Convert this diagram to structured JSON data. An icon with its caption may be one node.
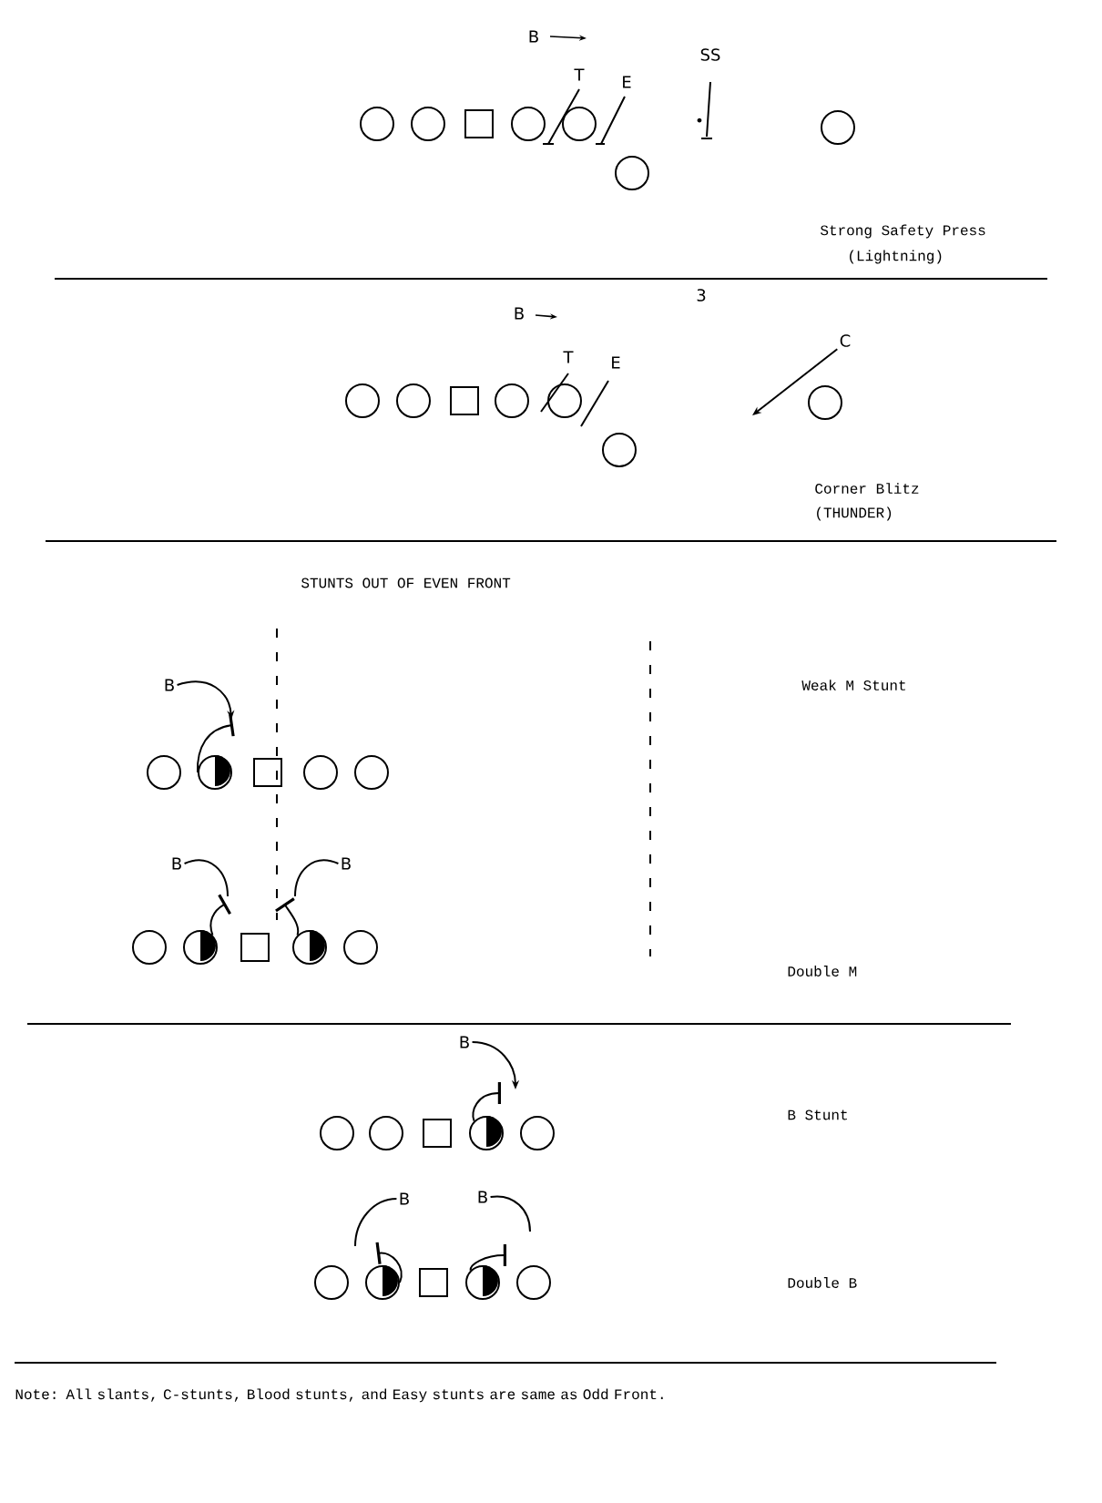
{
  "diagram": {
    "nodes": [
      {
        "text": [],
        "shape": "circle"
      },
      {
        "text": [],
        "shape": "circle"
      },
      {
        "text": [],
        "shape": "box"
      },
      {
        "text": [],
        "shape": "circle"
      },
      {
        "text": [],
        "shape": "circle"
      },
      {
        "text": [],
        "shape": "circle"
      },
      {
        "text": [],
        "shape": "circle"
      },
      {
        "text": [
          "C"
        ]
      },
      {
        "text": [],
        "shape": "circle"
      },
      {
        "text": [],
        "shape": "circle"
      },
      {
        "text": [],
        "shape": "box"
      },
      {
        "text": [],
        "shape": "circle"
      },
      {
        "text": [],
        "shape": "circle"
      },
      {
        "text": [],
        "shape": "circle"
      },
      {
        "text": [],
        "shape": "circle"
      },
      {
        "text": [
          "B"
        ]
      },
      {
        "text": [],
        "shape": "circle"
      },
      {
        "text": [],
        "shape": "circle"
      },
      {
        "text": [],
        "shape": "box"
      },
      {
        "text": [],
        "shape": "circle"
      },
      {
        "text": [],
        "shape": "circle"
      },
      {
        "text": [
          "B"
        ]
      },
      {
        "text": [
          "B"
        ]
      },
      {
        "text": [],
        "shape": "circle"
      },
      {
        "text": [],
        "shape": "circle"
      },
      {
        "text": [],
        "shape": "box"
      },
      {
        "text": [],
        "shape": "circle"
      },
      {
        "text": [],
        "shape": "circle"
      },
      {
        "text": [
          "B"
        ]
      },
      {
        "text": [],
        "shape": "circle"
      },
      {
        "text": [],
        "shape": "circle"
      },
      {
        "text": [],
        "shape": "box"
      },
      {
        "text": [],
        "shape": "circle"
      },
      {
        "text": [],
        "shape": "circle"
      },
      {
        "text": [
          "B"
        ]
      },
      {
        "text": [
          "B"
        ]
      },
      {
        "text": [],
        "shape": "circle"
      },
      {
        "text": [],
        "shape": "circle"
      },
      {
        "text": [],
        "shape": "box"
      },
      {
        "text": [],
        "shape": "circle"
      },
      {
        "text": [],
        "shape": "circle"
      }
    ],
    "edges": [
      {
        "from": 7,
        "to": null,
        "arrow": "to"
      },
      {
        "from": 15,
        "to": null,
        "arrow": "to"
      },
      {
        "from": 17,
        "to": null,
        "arrow": "other"
      },
      {
        "from": 21,
        "to": null,
        "arrow": "none"
      },
      {
        "from": 24,
        "to": null,
        "arrow": "other"
      },
      {
        "from": 22,
        "to": null,
        "arrow": "none"
      },
      {
        "from": 26,
        "to": null,
        "arrow": "other"
      },
      {
        "from": 28,
        "to": null,
        "arrow": "to"
      },
      {
        "from": 32,
        "to": null,
        "arrow": "other"
      },
      {
        "from": 34,
        "to": null,
        "arrow": "none"
      },
      {
        "from": 37,
        "to": null,
        "arrow": "other"
      },
      {
        "from": 35,
        "to": null,
        "arrow": "none"
      },
      {
        "from": 39,
        "to": null,
        "arrow": "other"
      }
    ],
    "labels": [
      "B",
      "SS",
      "T",
      "E",
      "Strong Safety Press",
      "(Lightning)",
      "3",
      "B",
      "T",
      "E",
      "Corner Blitz",
      "(THUNDER)",
      "STUNTS OUT OF EVEN FRONT",
      "Weak M Stunt",
      "Double M",
      "B Stunt",
      "Double B",
      "Note: All slants, C-stunts, Blood stunts, and Easy stunts are same as Odd Front."
    ]
  }
}
